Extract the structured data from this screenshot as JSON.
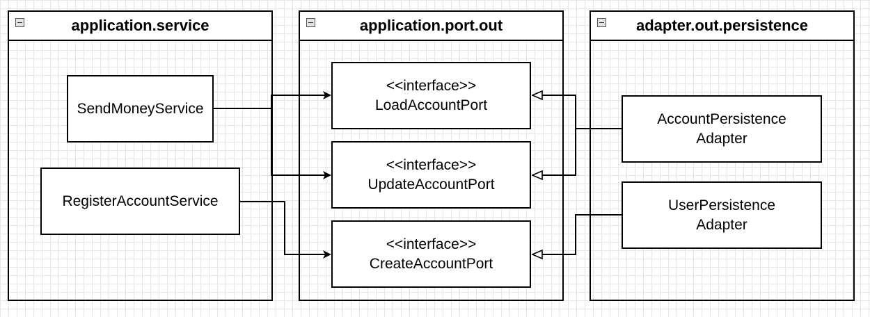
{
  "packages": {
    "service": {
      "title": "application.service"
    },
    "port_out": {
      "title": "application.port.out"
    },
    "persistence": {
      "title": "adapter.out.persistence"
    }
  },
  "services": {
    "send_money": {
      "label": "SendMoneyService"
    },
    "register_account": {
      "label": "RegisterAccountService"
    }
  },
  "ports": {
    "load": {
      "stereotype": "<<interface>>",
      "name": "LoadAccountPort"
    },
    "update": {
      "stereotype": "<<interface>>",
      "name": "UpdateAccountPort"
    },
    "create": {
      "stereotype": "<<interface>>",
      "name": "CreateAccountPort"
    }
  },
  "adapters": {
    "account": {
      "line1": "AccountPersistence",
      "line2": "Adapter"
    },
    "user": {
      "line1": "UserPersistence",
      "line2": "Adapter"
    }
  }
}
